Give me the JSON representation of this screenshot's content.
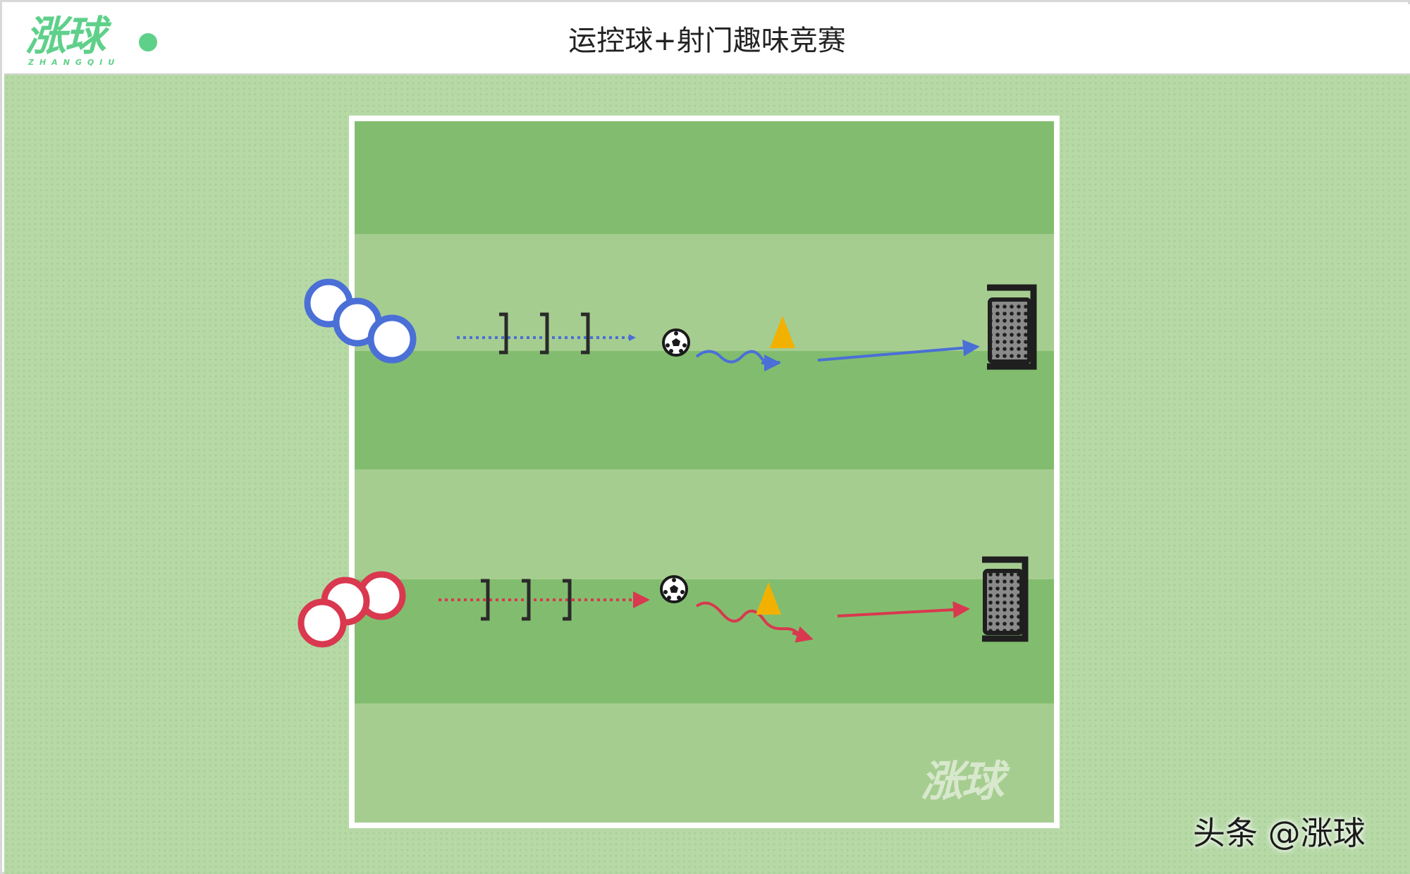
{
  "header": {
    "logo_text": "涨球",
    "logo_subtext": "ZHANGQIU",
    "title": "运控球+射门趣味竞赛"
  },
  "watermark": "涨球",
  "attribution": "头条 @涨球",
  "colors": {
    "team_blue": "#4a6fd6",
    "team_red": "#d9384f",
    "cone": "#f2b100",
    "pitch_dark": "#82bd6f",
    "pitch_light": "#a6cd90",
    "logo_green": "#5fd08a"
  },
  "drills": [
    {
      "team": "blue",
      "players": 3,
      "hurdles": 3,
      "ball": 1,
      "cone": 1,
      "goal": 1
    },
    {
      "team": "red",
      "players": 3,
      "hurdles": 3,
      "ball": 1,
      "cone": 1,
      "goal": 1
    }
  ]
}
